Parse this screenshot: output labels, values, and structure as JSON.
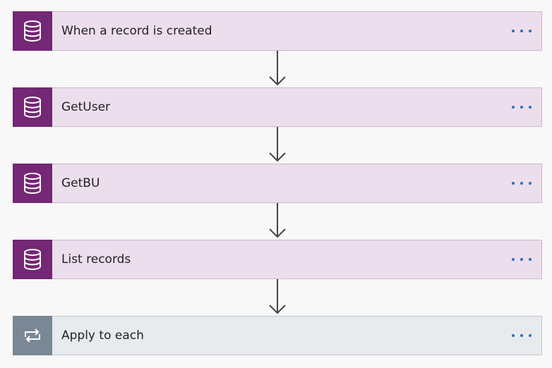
{
  "flow": {
    "steps": [
      {
        "title": "When a record is created",
        "icon": "database-icon",
        "type": "trigger"
      },
      {
        "title": "GetUser",
        "icon": "database-icon",
        "type": "action"
      },
      {
        "title": "GetBU",
        "icon": "database-icon",
        "type": "action"
      },
      {
        "title": "List records",
        "icon": "database-icon",
        "type": "action"
      },
      {
        "title": "Apply to each",
        "icon": "loop-icon",
        "type": "control"
      }
    ]
  },
  "colors": {
    "dataverse_icon_bg": "#742774",
    "dataverse_card_bg": "#ecdeec",
    "control_icon_bg": "#7a8794",
    "control_card_bg": "#e8ebee",
    "menu_dots": "#2a6ebd",
    "connector": "#444444"
  }
}
